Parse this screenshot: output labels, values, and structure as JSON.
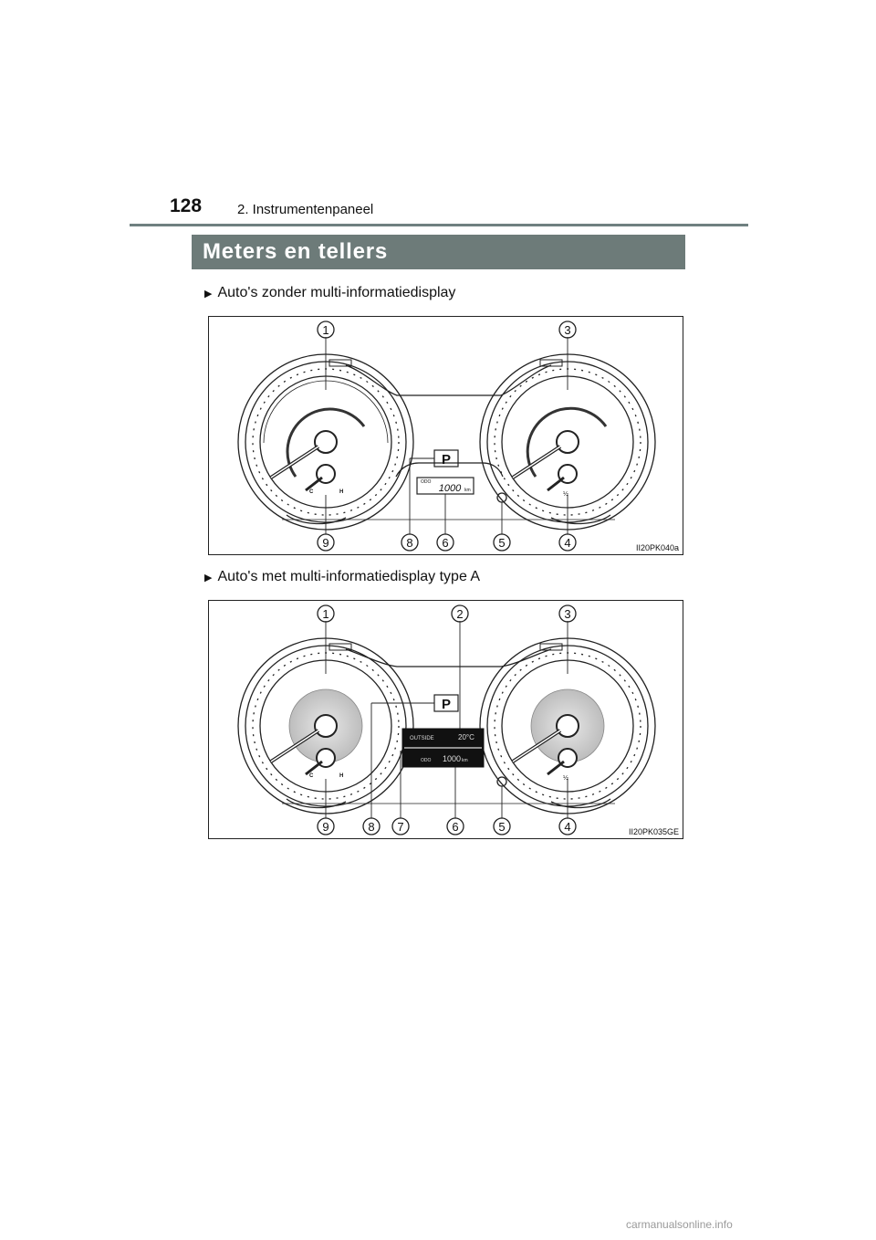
{
  "header": {
    "page_number": "128",
    "chapter": "2. Instrumentenpaneel"
  },
  "section": {
    "title": "Meters en tellers"
  },
  "variant1": {
    "label": "Auto's zonder multi-informatiedisplay",
    "figure_code": "II20PK040a",
    "odo_label": "ODO",
    "odo_value": "1000",
    "odo_unit": "km",
    "gear": "P",
    "temp_c": "C",
    "temp_h": "H",
    "fuel_half": "½",
    "callouts_top": [
      "1",
      "3"
    ],
    "callouts_bottom": [
      "9",
      "8",
      "6",
      "5",
      "4"
    ]
  },
  "variant2": {
    "label": "Auto's met multi-informatiedisplay type A",
    "figure_code": "II20PK035GE",
    "outside_label": "OUTSIDE",
    "outside_value": "20°C",
    "odo_label": "ODO",
    "odo_value": "1000",
    "odo_unit": "km",
    "gear": "P",
    "temp_c": "C",
    "temp_h": "H",
    "fuel_half": "½",
    "callouts_top": [
      "1",
      "2",
      "3"
    ],
    "callouts_bottom": [
      "9",
      "8",
      "7",
      "6",
      "5",
      "4"
    ]
  },
  "watermark": "carmanualsonline.info"
}
